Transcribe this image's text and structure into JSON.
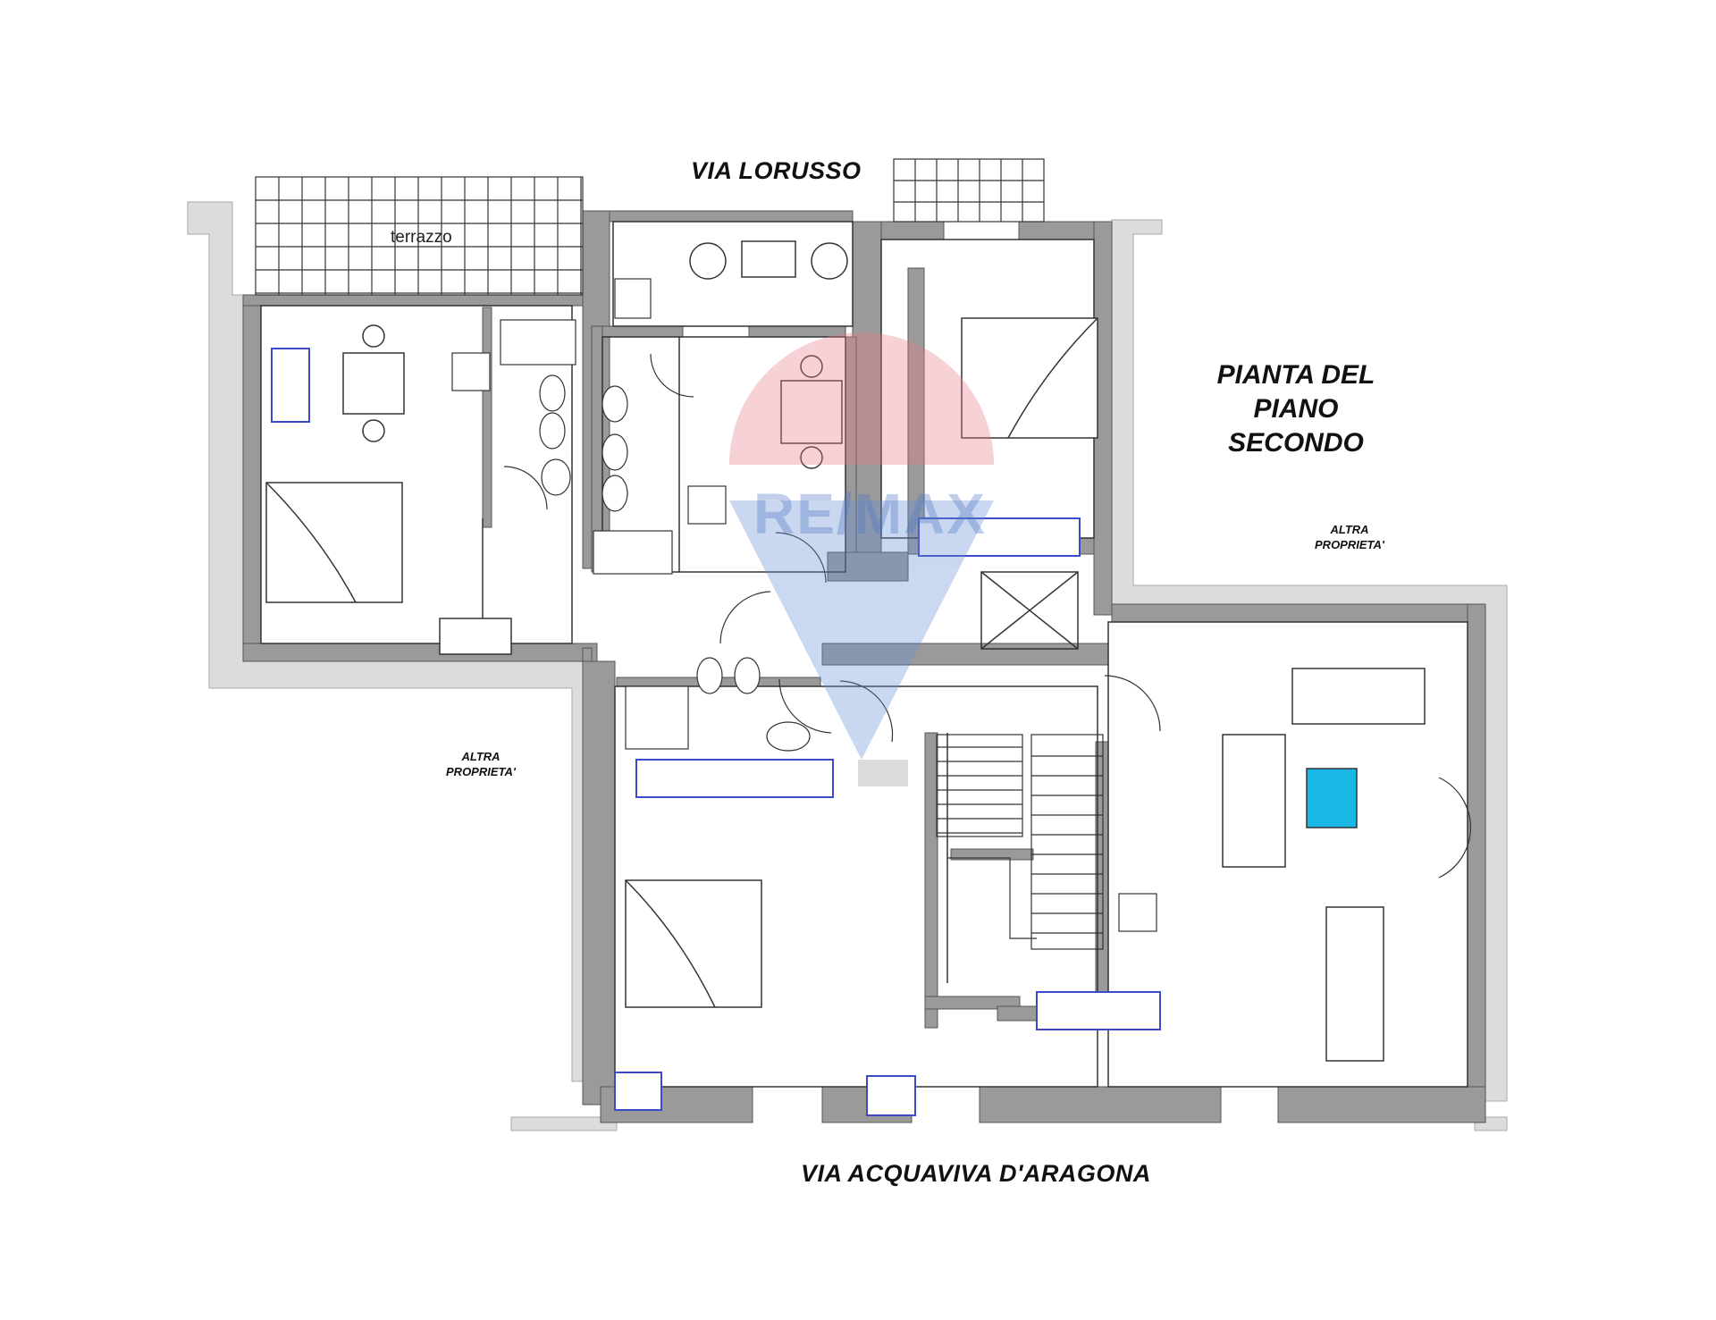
{
  "labels": {
    "street_top": "VIA LORUSSO",
    "street_bottom": "VIA ACQUAVIVA D'ARAGONA",
    "title_line1": "PIANTA DEL",
    "title_line2": "PIANO",
    "title_line3": "SECONDO",
    "other_property_right_line1": "ALTRA",
    "other_property_right_line2": "PROPRIETA'",
    "other_property_left_line1": "ALTRA",
    "other_property_left_line2": "PROPRIETA'",
    "terrace": "terrazzo"
  },
  "watermark": {
    "brand": "RE/MAX"
  },
  "colors": {
    "wall": "#9a9a9a",
    "neighbor": "#dcdcdc",
    "line": "#333333",
    "watermark_red": "#e57b86",
    "watermark_blue": "#6b8fd6",
    "table_accent": "#19b8e6",
    "furniture_trim": "#3b4bc8"
  }
}
